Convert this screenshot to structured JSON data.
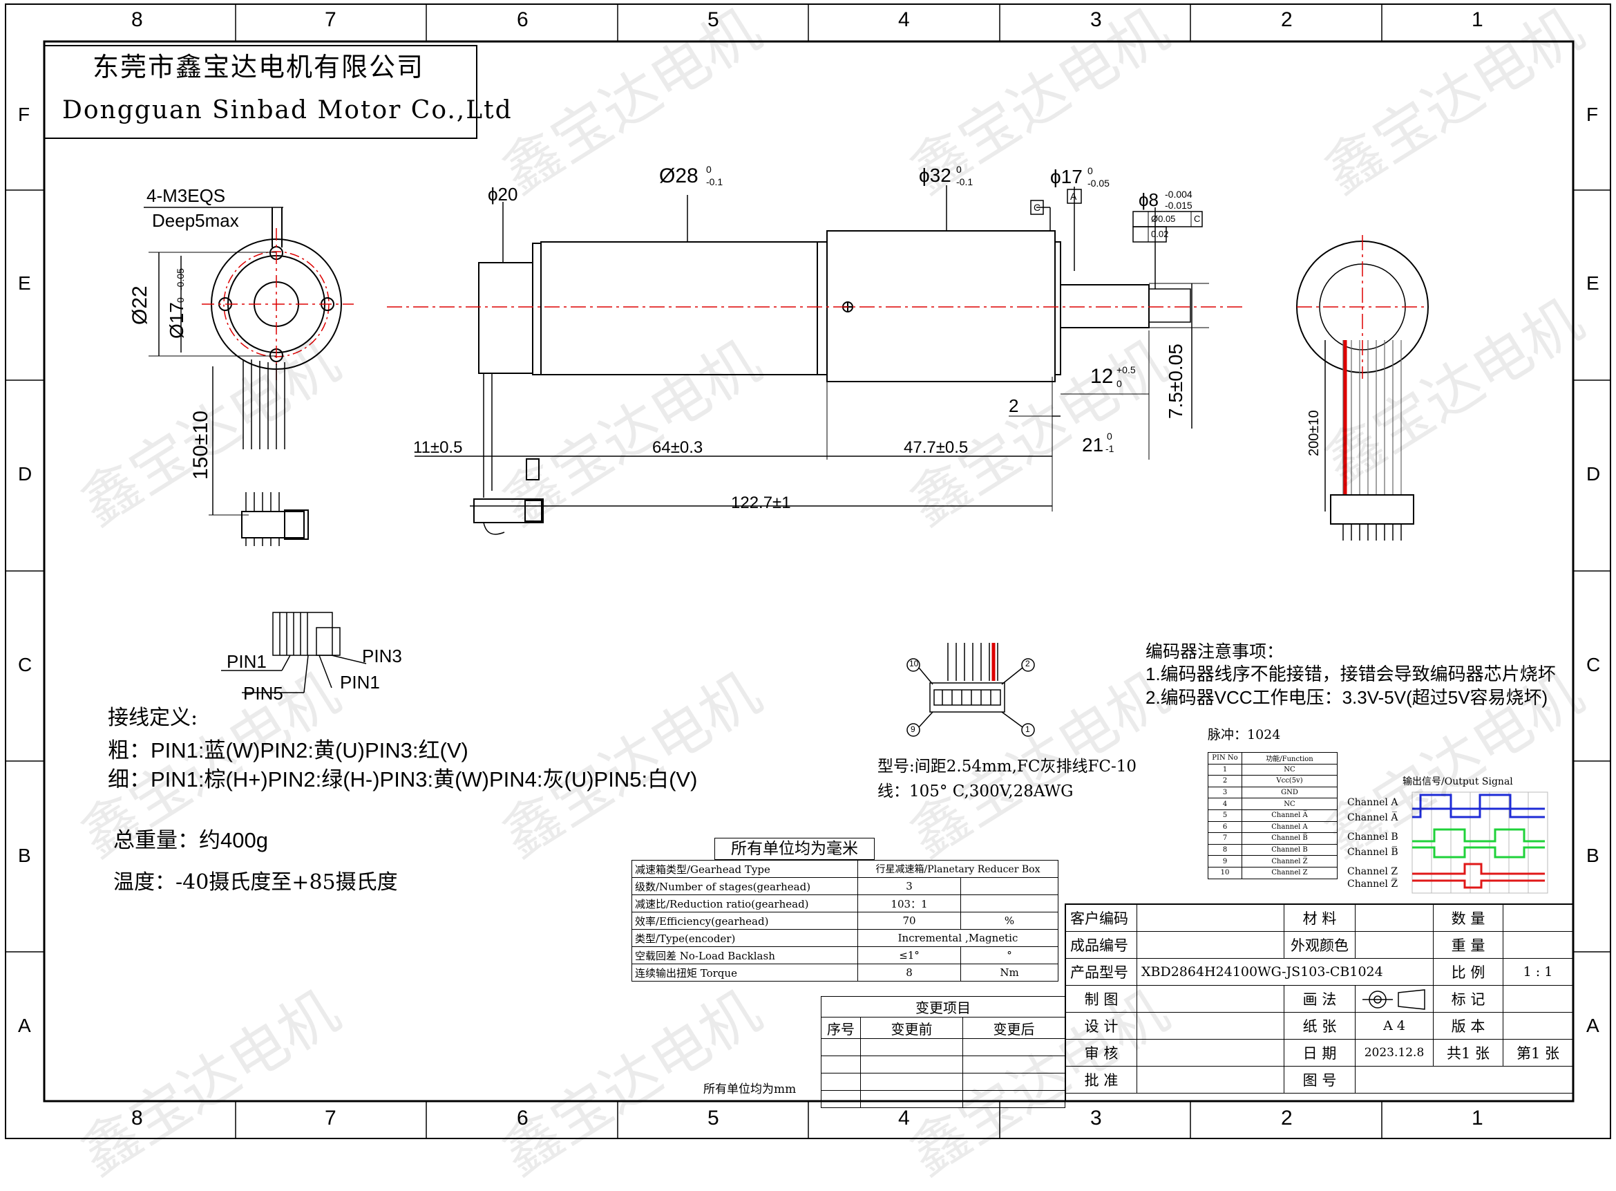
{
  "frame": {
    "columns": [
      "8",
      "7",
      "6",
      "5",
      "4",
      "3",
      "2",
      "1"
    ],
    "rows": [
      "F",
      "E",
      "D",
      "C",
      "B",
      "A"
    ]
  },
  "company": {
    "name_cn": "东莞市鑫宝达电机有限公司",
    "name_en": "Dongguan Sinbad Motor Co.,Ltd"
  },
  "watermark": "鑫宝达电机",
  "dimensions": {
    "thread": "4-M3EQS",
    "deep": "Deep5max",
    "d22": "Ø22",
    "d17_left": "Ø17",
    "d17_left_tol_up": "0",
    "d17_left_tol_low": "-0.05",
    "wire_len_left": "150±10",
    "phi20": "ϕ20",
    "d28": "Ø28",
    "d28_tol_up": "0",
    "d28_tol_low": "-0.1",
    "d32": "ϕ32",
    "d32_tol_up": "0",
    "d32_tol_low": "-0.1",
    "d17_top": "ϕ17",
    "d17_top_tol_up": "0",
    "d17_top_tol_low": "-0.05",
    "datum_a": "A",
    "datum_c": "C",
    "d8": "ϕ8",
    "d8_tol_up": "-0.004",
    "d8_tol_low": "-0.015",
    "gdt_value1": "Ø0.05",
    "gdt_ref1": "C",
    "gdt_value2": "0.02",
    "len_11": "11±0.5",
    "len_64": "64±0.3",
    "len_477": "47.7±0.5",
    "len_21": "21",
    "len_21_tol_up": "0",
    "len_21_tol_low": "-1",
    "len_12": "12",
    "len_12_tol_up": "+0.5",
    "len_12_tol_low": "0",
    "len_2": "2",
    "len_75": "7.5±0.05",
    "total_len": "122.7±1",
    "wire_len_right": "200±10"
  },
  "connector": {
    "pin1_a": "PIN1",
    "pin5": "PIN5",
    "pin3": "PIN3",
    "pin1_b": "PIN1",
    "pin10_mark": "10",
    "pin2_mark": "2",
    "pin9_mark": "9",
    "pin1_mark": "1"
  },
  "wiring": {
    "title": "接线定义:",
    "thick": "粗：PIN1:蓝(W)PIN2:黄(U)PIN3:红(V)",
    "thin": "细：PIN1:棕(H+)PIN2:绿(H-)PIN3:黄(W)PIN4:灰(U)PIN5:白(V)"
  },
  "weight": "总重量：约400g",
  "temperature": "温度：-40摄氏度至+85摄氏度",
  "cable": {
    "model": "型号:间距2.54mm,FC灰排线FC-10",
    "wire": "线：105° C,300V,28AWG"
  },
  "encoder_notes": {
    "title": "编码器注意事项：",
    "note1": "1.编码器线序不能接错，接错会导致编码器芯片烧坏",
    "note2": "2.编码器VCC工作电压：3.3V-5V(超过5V容易烧坏)"
  },
  "pulse": "脉冲：1024",
  "pin_table": {
    "headers": [
      "PIN No",
      "功能/Function"
    ],
    "rows": [
      [
        "1",
        "NC"
      ],
      [
        "2",
        "Vcc(5v)"
      ],
      [
        "3",
        "GND"
      ],
      [
        "4",
        "NC"
      ],
      [
        "5",
        "Channel A̅"
      ],
      [
        "6",
        "Channel A"
      ],
      [
        "7",
        "Channel B̅"
      ],
      [
        "8",
        "Channel B"
      ],
      [
        "9",
        "Channel Z̅"
      ],
      [
        "10",
        "Channel Z"
      ]
    ]
  },
  "signal": {
    "title": "输出信号/Output Signal",
    "labels": [
      "Channel A",
      "Channel A̅",
      "Channel B",
      "Channel B̅",
      "Channel Z",
      "Channel Z̅"
    ],
    "colors": [
      "#1e2bd6",
      "#1e2bd6",
      "#1fd23a",
      "#1fd23a",
      "#e01818",
      "#e01818"
    ]
  },
  "spec_table": {
    "title": "所有单位均为毫米",
    "rows": [
      {
        "label": "减速箱类型/Gearhead Type",
        "value": "行星减速箱/Planetary Reducer Box",
        "unit": ""
      },
      {
        "label": "级数/Number of stages(gearhead)",
        "value": "3",
        "unit": ""
      },
      {
        "label": "减速比/Reduction ratio(gearhead)",
        "value": "103：1",
        "unit": ""
      },
      {
        "label": "效率/Efficiency(gearhead)",
        "value": "70",
        "unit": "%"
      },
      {
        "label": "类型/Type(encoder)",
        "value": "Incremental ,Magnetic",
        "unit": ""
      },
      {
        "label": "空载回差 No-Load Backlash",
        "value": "≤1°",
        "unit": "°"
      },
      {
        "label": "连续输出扭矩 Torque",
        "value": "8",
        "unit": "Nm"
      }
    ]
  },
  "change_table": {
    "title": "变更项目",
    "headers": [
      "序号",
      "变更前",
      "变更后"
    ],
    "footer": "所有单位均为mm"
  },
  "title_block": {
    "customer_code": "客户编码",
    "material": "材 料",
    "quantity": "数 量",
    "product_code": "成品编号",
    "appearance": "外观颜色",
    "weight_lbl": "重 量",
    "model_lbl": "产品型号",
    "model_value": "XBD2864H24100WG-JS103-CB1024",
    "scale_lbl": "比 例",
    "scale_value": "1 : 1",
    "drawn": "制 图",
    "method": "画 法",
    "mark": "标 记",
    "design": "设 计",
    "paper": "纸 张",
    "paper_value": "A 4",
    "version": "版 本",
    "review": "审 核",
    "date_lbl": "日 期",
    "date_value": "2023.12.8",
    "sheets": "共1 张",
    "sheet_no": "第1 张",
    "approve": "批 准",
    "drawing_no": "图 号"
  }
}
